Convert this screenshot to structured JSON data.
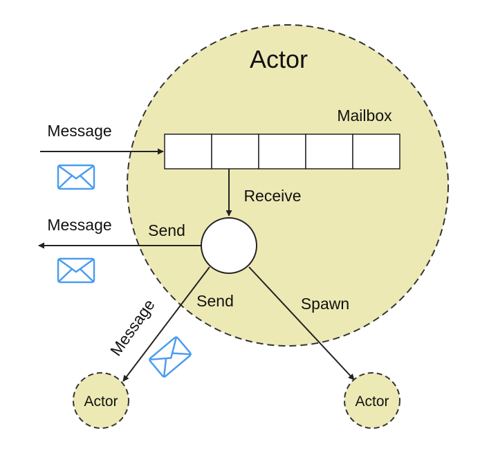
{
  "diagram": {
    "main_actor": {
      "label": "Actor"
    },
    "mailbox": {
      "label": "Mailbox",
      "slot_count": 5
    },
    "edges": {
      "incoming_message": "Message",
      "receive": "Receive",
      "send_out_label": "Send",
      "outgoing_message": "Message",
      "send_to_child": "Send",
      "child_message": "Message",
      "spawn": "Spawn"
    },
    "child_actors": [
      {
        "label": "Actor"
      },
      {
        "label": "Actor"
      }
    ]
  },
  "colors": {
    "actor_fill": "#EDE9B5",
    "outline": "#333333",
    "envelope": "#4A9CF0",
    "box_fill": "#ffffff"
  },
  "icons": [
    "envelope-icon",
    "envelope-icon",
    "envelope-icon"
  ]
}
